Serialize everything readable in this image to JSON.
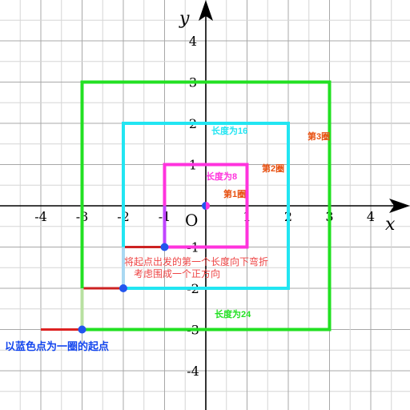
{
  "axes": {
    "x_label": "x",
    "y_label": "y",
    "origin_label": "O",
    "x_range": [
      -5,
      5
    ],
    "y_range": [
      -5,
      5
    ],
    "x_ticks": [
      -4,
      -3,
      -2,
      -1,
      1,
      2,
      3,
      4
    ],
    "y_ticks": [
      -4,
      -3,
      -2,
      -1,
      1,
      2,
      3,
      4
    ],
    "grid": "0.5 unit minor, 1 unit major"
  },
  "squares": [
    {
      "name": "ring-1",
      "ring_label": "第1圈",
      "length_label": "长度为8",
      "color": "#ff33dd",
      "start_edge_color": "#c044ff",
      "corners": [
        [
          -1,
          1
        ],
        [
          1,
          1
        ],
        [
          1,
          -1
        ],
        [
          -1,
          -1
        ]
      ],
      "start_point": [
        -1,
        -1
      ],
      "start_segment": [
        [
          -1,
          -1
        ],
        [
          -1,
          0
        ]
      ]
    },
    {
      "name": "ring-2",
      "ring_label": "第2圈",
      "length_label": "长度为16",
      "color": "#22e5f2",
      "start_edge_color": "#a9d8f2",
      "corners": [
        [
          -2,
          2
        ],
        [
          2,
          2
        ],
        [
          2,
          -2
        ],
        [
          -2,
          -2
        ]
      ],
      "start_point": [
        -2,
        -2
      ],
      "start_segment": [
        [
          -2,
          -2
        ],
        [
          -2,
          -1
        ]
      ]
    },
    {
      "name": "ring-3",
      "ring_label": "第3圈",
      "length_label": "长度为24",
      "color": "#22e022",
      "start_edge_color": "#b8e0a0",
      "corners": [
        [
          -3,
          3
        ],
        [
          3,
          3
        ],
        [
          3,
          -3
        ],
        [
          -3,
          -3
        ]
      ],
      "start_point": [
        -3,
        -3
      ],
      "start_segment": [
        [
          -3,
          -3
        ],
        [
          -3,
          -2
        ]
      ]
    }
  ],
  "connectors": [
    {
      "name": "connector-ring1-ring2",
      "color": "#cc2222",
      "points": [
        [
          -1,
          -1
        ],
        [
          -2,
          -1
        ],
        [
          -2,
          -2
        ]
      ]
    },
    {
      "name": "connector-ring2-ring3",
      "color": "#cc2222",
      "points": [
        [
          -2,
          -2
        ],
        [
          -3,
          -2
        ],
        [
          -3,
          -3
        ]
      ]
    },
    {
      "name": "connector-ring3-out",
      "color": "#dd2222",
      "points": [
        [
          -3,
          -3
        ],
        [
          -4,
          -3
        ]
      ]
    }
  ],
  "center_point": [
    0,
    0
  ],
  "point_color": "#2255ee",
  "annotations": {
    "note_line1": "将起点出发的第一个长度向下弯折",
    "note_line2": "考虑围成一个正方向",
    "note_color": "#ee4444",
    "start_point_note": "以蓝色点为一圈的起点",
    "start_point_note_color": "#1144ee"
  }
}
